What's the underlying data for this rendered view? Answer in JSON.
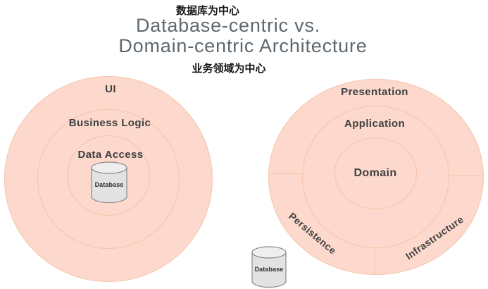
{
  "header": {
    "label_top_cjk": "数据库为中心",
    "title_line1": "Database-centric vs.",
    "title_line2": "Domain-centric Architecture",
    "label_bottom_cjk": "业务领域为中心"
  },
  "left_diagram": {
    "style": "database-centric onion",
    "rings": {
      "outer": "UI",
      "middle": "Business Logic",
      "inner": "Data Access"
    },
    "database_label": "Database"
  },
  "right_diagram": {
    "style": "domain-centric onion",
    "rings": {
      "outer": "Presentation",
      "middle": "Application",
      "inner": "Domain"
    },
    "segments": {
      "bottom_left": "Persistence",
      "bottom_right": "Infrastructure"
    },
    "database_label": "Database"
  },
  "colors": {
    "circle_fill": "#fcd9cc",
    "ring_border": "#f6c3a9",
    "label_text": "#414042",
    "title_text": "#5e6870",
    "cjk_text": "#161616",
    "cylinder_body": "#e2e2e2",
    "cylinder_top": "#eeeeee",
    "cylinder_border": "#8a8a8a"
  }
}
